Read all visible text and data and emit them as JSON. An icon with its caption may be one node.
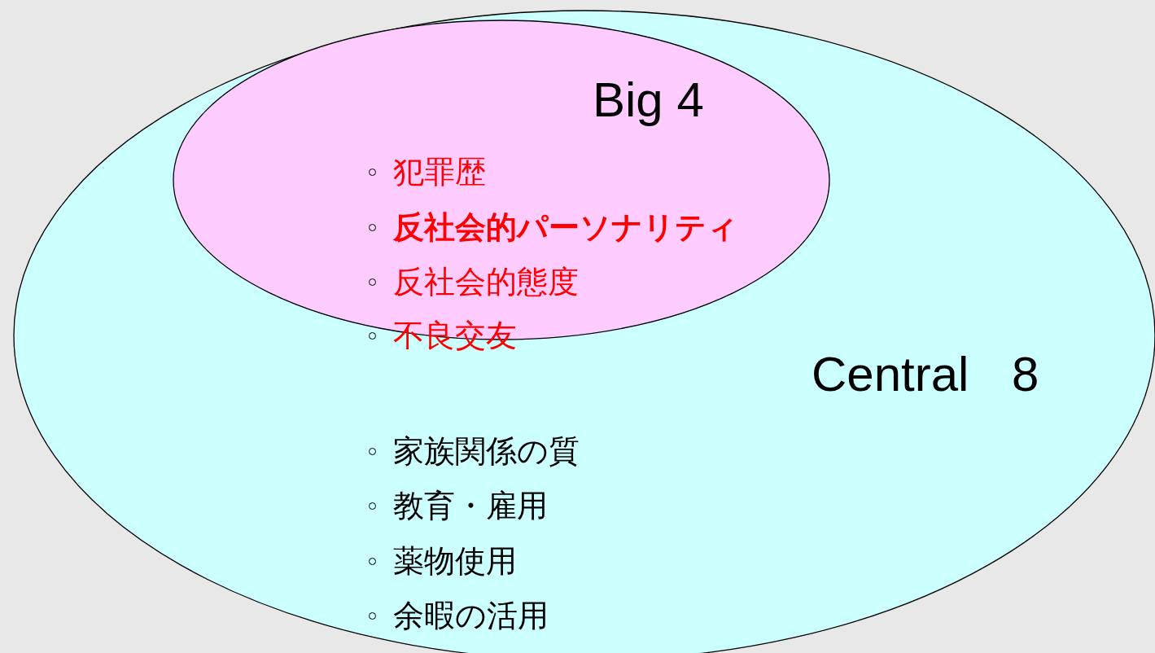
{
  "diagram": {
    "nodes": [
      {
        "text": [
          "Central 8",
          "家族関係の質",
          "教育・雇用",
          "薬物使用",
          "余暇の活用"
        ]
      },
      {
        "text": [
          "Big 4",
          "犯罪歴",
          "反社会的パーソナリティ",
          "反社会的態度",
          "不良交友"
        ],
        "in": 0
      }
    ]
  }
}
